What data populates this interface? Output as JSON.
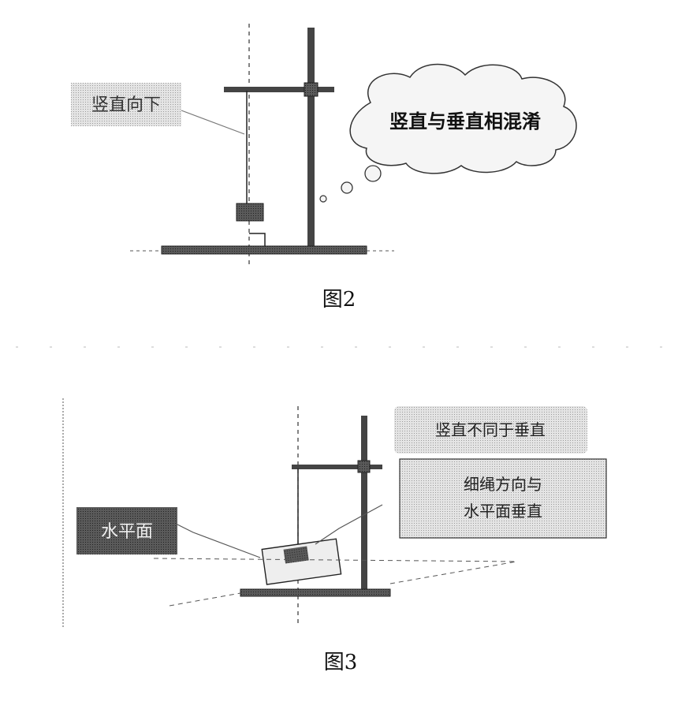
{
  "figures": [
    {
      "caption": "图2",
      "labels": {
        "vertical_down": "竖直向下",
        "thought": "竖直与垂直相混淆"
      }
    },
    {
      "caption": "图3",
      "labels": {
        "vertical_not_perpendicular": "竖直不同于垂直",
        "string_direction_line1": "细绳方向与",
        "string_direction_line2": "水平面垂直",
        "horizontal_plane": "水平面"
      }
    }
  ],
  "colors": {
    "ink": "#111111",
    "dark_fill": "#555555",
    "label_fill": "#cfcfcf",
    "dark_label_fill": "#7a7a7a"
  }
}
